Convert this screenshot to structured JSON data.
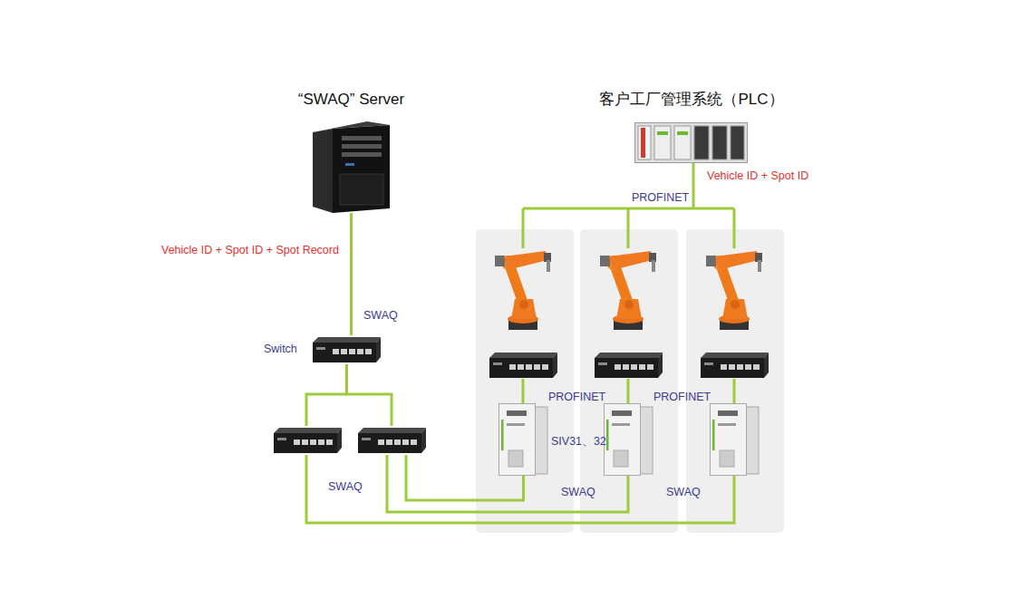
{
  "diagram": {
    "nodes": [
      {
        "text": [
          "“SWAQ” Server"
        ]
      },
      {
        "text": [
          "客户工厂管理系统（PLC）"
        ]
      },
      {
        "text": [
          "Switch"
        ]
      },
      {
        "text": [
          "SIV31、32"
        ]
      }
    ],
    "edges": [
      {
        "from": 0,
        "to": 2,
        "arrow": "none",
        "label": "Vehicle ID + Spot ID + Spot Record"
      },
      {
        "from": 2,
        "to": 3,
        "arrow": "none"
      }
    ],
    "labels": [
      "Vehicle ID + Spot ID",
      "PROFINET",
      "SWAQ",
      "PROFINET",
      "PROFINET",
      "SWAQ",
      "SWAQ",
      "SWAQ"
    ]
  }
}
